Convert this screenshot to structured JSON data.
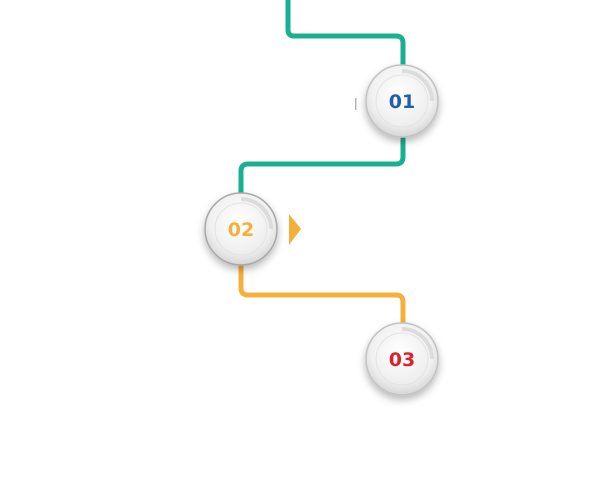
{
  "steps": [
    {
      "number": "01",
      "color": "#1f5fae"
    },
    {
      "number": "02",
      "color": "#f5b03c"
    },
    {
      "number": "03",
      "color": "#e0202a"
    }
  ],
  "connectors": {
    "teal": "#19b091",
    "orange": "#f5b03c"
  },
  "icons": {
    "pointer": "right-triangle-pointer"
  }
}
